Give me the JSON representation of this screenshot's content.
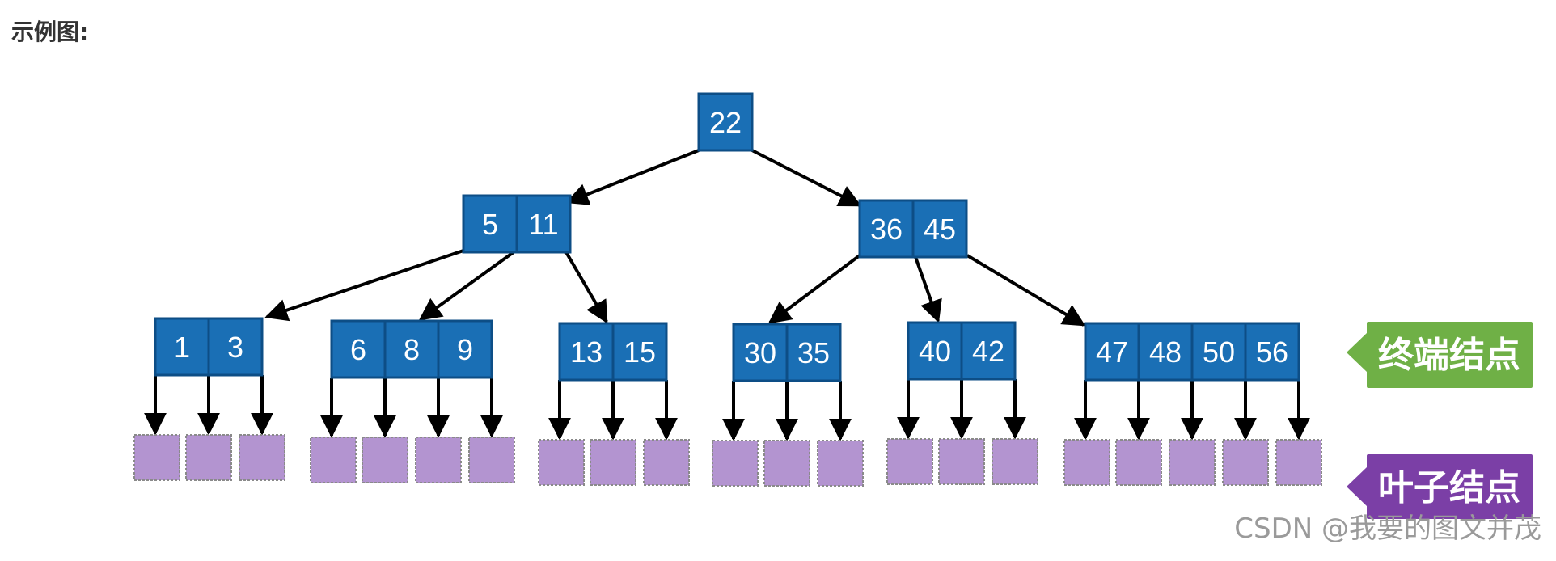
{
  "heading": "示例图:",
  "labels": {
    "terminal": "终端结点",
    "leaf": "叶子结点"
  },
  "watermark": "CSDN @我要的图文并茂",
  "colors": {
    "node_fill": "#1a6fb5",
    "node_border": "#0d4e86",
    "leaf_fill": "#b394d0",
    "terminal_tag": "#6fb046",
    "leaf_tag": "#7b3fa6",
    "edge": "#000000"
  },
  "tree": {
    "root": {
      "keys": [
        "22"
      ]
    },
    "level1": [
      {
        "keys": [
          "5",
          "11"
        ]
      },
      {
        "keys": [
          "36",
          "45"
        ]
      }
    ],
    "terminal_nodes": [
      {
        "keys": [
          "1",
          "3"
        ],
        "leaf_count": 3
      },
      {
        "keys": [
          "6",
          "8",
          "9"
        ],
        "leaf_count": 4
      },
      {
        "keys": [
          "13",
          "15"
        ],
        "leaf_count": 3
      },
      {
        "keys": [
          "30",
          "35"
        ],
        "leaf_count": 3
      },
      {
        "keys": [
          "40",
          "42"
        ],
        "leaf_count": 3
      },
      {
        "keys": [
          "47",
          "48",
          "50",
          "56"
        ],
        "leaf_count": 5
      }
    ]
  }
}
